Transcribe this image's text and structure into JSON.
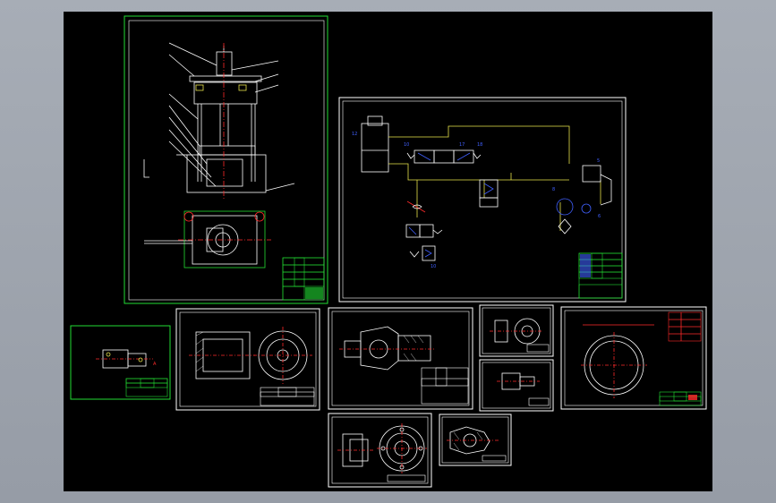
{
  "viewport": {
    "background": "#000000",
    "host_background": "#9ea4ae"
  },
  "colors": {
    "sheet_border": "#ffffff",
    "main_sheet_border": "#22dd33",
    "hydraulic_line": "#e8e34a",
    "component_blue": "#4060ff",
    "center_line": "#ff2a2a",
    "title_block": "#22dd33"
  },
  "sheets": [
    {
      "id": "press-assembly",
      "drawing": "press-assembly-drawing"
    },
    {
      "id": "hydraulic-schematic",
      "drawing": "hydraulic-circuit"
    },
    {
      "id": "small-part-sheet",
      "drawing": "plate-part"
    },
    {
      "id": "cylinder-detail",
      "drawing": "cylinder-section-and-flange"
    },
    {
      "id": "housing-detail",
      "drawing": "valve-housing-section"
    },
    {
      "id": "flange-detail",
      "drawing": "small-flange"
    },
    {
      "id": "pin-detail",
      "drawing": "small-pin"
    },
    {
      "id": "ring-detail",
      "drawing": "seal-ring"
    },
    {
      "id": "end-cap-detail",
      "drawing": "end-cap-and-bolt-circle"
    },
    {
      "id": "piston-detail",
      "drawing": "piston-section"
    }
  ]
}
